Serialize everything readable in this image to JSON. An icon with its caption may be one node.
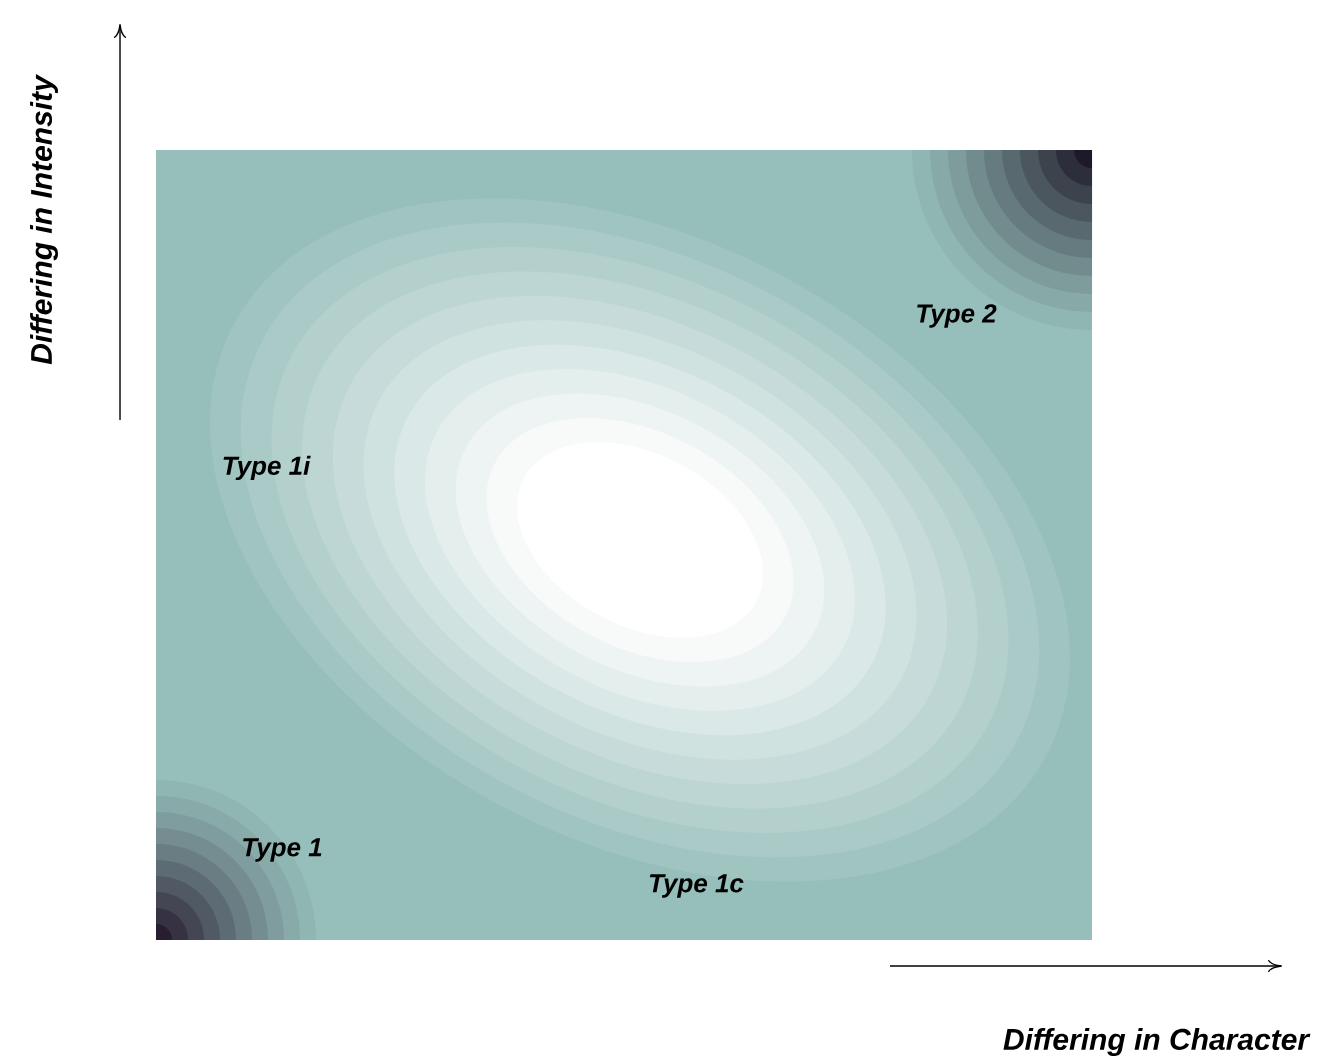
{
  "diagram": {
    "labels": [
      "Differing in Intensity",
      "Type 2",
      "Type 1i",
      "Type 1",
      "Type 1c",
      "Differing in Character"
    ]
  }
}
